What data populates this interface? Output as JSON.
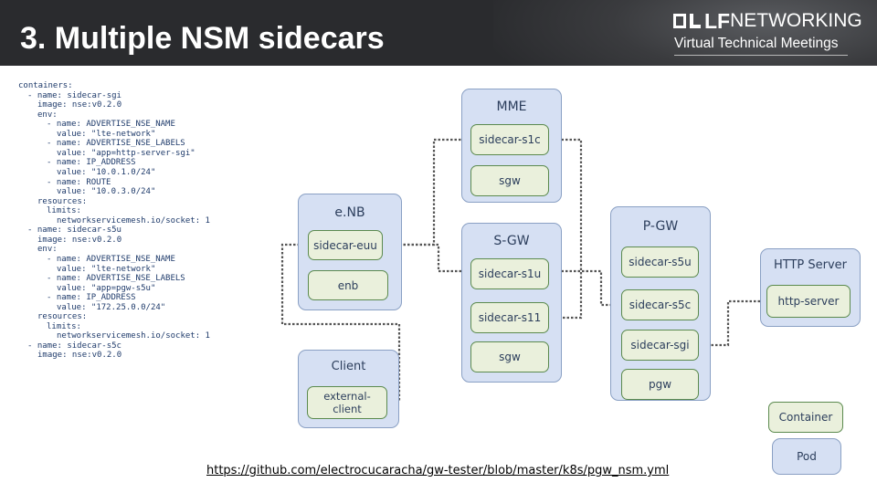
{
  "header": {
    "title": "3. Multiple NSM sidecars",
    "logo_lf": "LF",
    "logo_networking": "NETWORKING",
    "subtitle": "Virtual Technical Meetings"
  },
  "yaml_lines": [
    {
      "indent": 0,
      "text": "containers:"
    },
    {
      "indent": 1,
      "text": "- name: sidecar-sgi"
    },
    {
      "indent": 2,
      "text": "image: nse:v0.2.0"
    },
    {
      "indent": 2,
      "text": "env:"
    },
    {
      "indent": 3,
      "text": "- name: ADVERTISE_NSE_NAME"
    },
    {
      "indent": 4,
      "text": "value: \"lte-network\""
    },
    {
      "indent": 3,
      "text": "- name: ADVERTISE_NSE_LABELS"
    },
    {
      "indent": 4,
      "text": "value: \"app=http-server-sgi\""
    },
    {
      "indent": 3,
      "text": "- name: IP_ADDRESS"
    },
    {
      "indent": 4,
      "text": "value: \"10.0.1.0/24\""
    },
    {
      "indent": 3,
      "text": "- name: ROUTE"
    },
    {
      "indent": 4,
      "text": "value: \"10.0.3.0/24\""
    },
    {
      "indent": 2,
      "text": "resources:"
    },
    {
      "indent": 3,
      "text": "limits:"
    },
    {
      "indent": 4,
      "text": "networkservicemesh.io/socket: 1"
    },
    {
      "indent": 1,
      "text": "- name: sidecar-s5u"
    },
    {
      "indent": 2,
      "text": "image: nse:v0.2.0"
    },
    {
      "indent": 2,
      "text": "env:"
    },
    {
      "indent": 3,
      "text": "- name: ADVERTISE_NSE_NAME"
    },
    {
      "indent": 4,
      "text": "value: \"lte-network\""
    },
    {
      "indent": 3,
      "text": "- name: ADVERTISE_NSE_LABELS"
    },
    {
      "indent": 4,
      "text": "value: \"app=pgw-s5u\""
    },
    {
      "indent": 3,
      "text": "- name: IP_ADDRESS"
    },
    {
      "indent": 4,
      "text": "value: \"172.25.0.0/24\""
    },
    {
      "indent": 2,
      "text": "resources:"
    },
    {
      "indent": 3,
      "text": "limits:"
    },
    {
      "indent": 4,
      "text": "networkservicemesh.io/socket: 1"
    },
    {
      "indent": 1,
      "text": "- name: sidecar-s5c"
    },
    {
      "indent": 2,
      "text": "image: nse:v0.2.0"
    }
  ],
  "pods": {
    "mme": "MME",
    "enb": "e.NB",
    "sgw": "S-GW",
    "pgw": "P-GW",
    "client": "Client",
    "http": "HTTP Server"
  },
  "containers": {
    "mme_s1c": "sidecar-s1c",
    "mme_sgw": "sgw",
    "enb_euu": "sidecar-euu",
    "enb_enb": "enb",
    "sgw_s1u": "sidecar-s1u",
    "sgw_s11": "sidecar-s11",
    "sgw_sgw": "sgw",
    "pgw_s5u": "sidecar-s5u",
    "pgw_s5c": "sidecar-s5c",
    "pgw_sgi": "sidecar-sgi",
    "pgw_pgw": "pgw",
    "client_ext": "external-client",
    "http_srv": "http-server"
  },
  "legend": {
    "container": "Container",
    "pod": "Pod"
  },
  "link": {
    "url": "https://github.com/electrocucaracha/gw-tester/blob/master/k8s/pgw_nsm.yml"
  },
  "colors": {
    "header_bg": "#2a2b2e",
    "pod_fill": "#d6e0f3",
    "pod_border": "#8aa0c4",
    "container_fill": "#eaf0dc",
    "container_border": "#5b8a4e",
    "wire": "#555555",
    "yaml_text": "#1f3b6b"
  }
}
